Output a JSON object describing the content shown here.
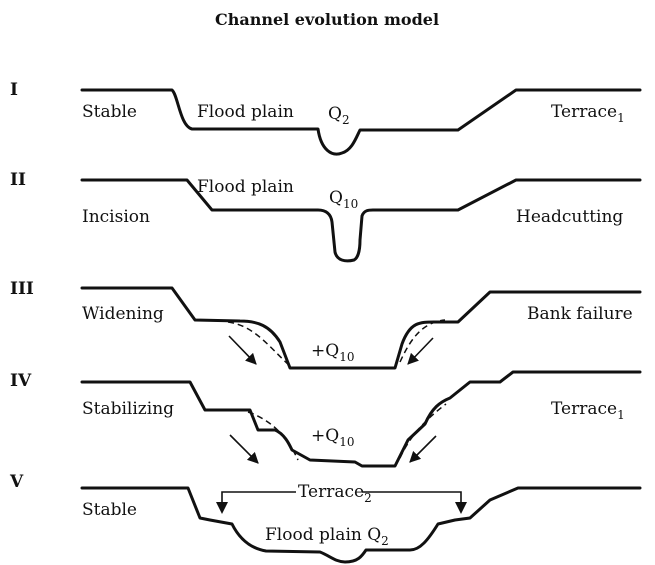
{
  "title": "Channel evolution model",
  "stages": [
    {
      "numeral": "I",
      "left": "Stable",
      "middle": "Flood plain",
      "flow": "Q",
      "flow_sub": "2",
      "right": "Terrace",
      "right_sub": "1"
    },
    {
      "numeral": "II",
      "left": "Incision",
      "middle": "Flood plain",
      "flow": "Q",
      "flow_sub": "10",
      "right": "Headcutting"
    },
    {
      "numeral": "III",
      "left": "Widening",
      "flow": "+Q",
      "flow_sub": "10",
      "right": "Bank failure"
    },
    {
      "numeral": "IV",
      "left": "Stabilizing",
      "flow": "+Q",
      "flow_sub": "10",
      "right": "Terrace",
      "right_sub": "1"
    },
    {
      "numeral": "V",
      "left": "Stable",
      "terrace": "Terrace",
      "terrace_sub": "2",
      "middle": "Flood plain Q",
      "middle_sub": "2"
    }
  ]
}
